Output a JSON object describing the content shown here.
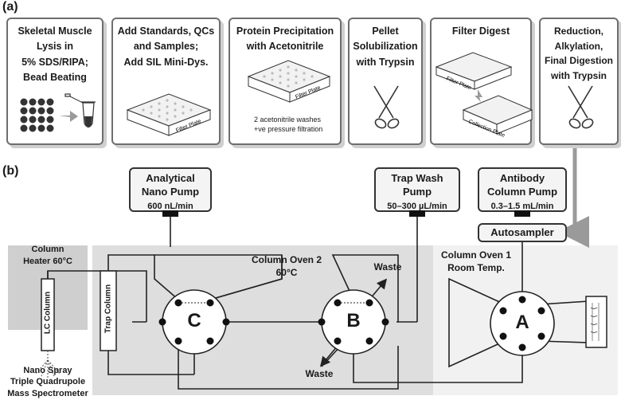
{
  "panel_a": {
    "label": "(a)",
    "steps": [
      {
        "title": "Skeletal Muscle\nLysis in\n5% SDS/RIPA;\nBead Beating"
      },
      {
        "title": "Add Standards, QCs\nand Samples;\nAdd SIL Mini-Dys."
      },
      {
        "title": "Protein Precipitation\nwith Acetonitrile",
        "plate_label": "Filter Plate",
        "note": "2 acetonitrile washes\n+ve pressure filtration"
      },
      {
        "title": "Pellet\nSolubilization\nwith Trypsin"
      },
      {
        "title": "Filter Digest",
        "plate_top_label": "Filter Plate",
        "plate_bottom_label": "Collection Plate"
      },
      {
        "title": "Reduction,\nAlkylation,\nFinal Digestion\nwith Trypsin"
      }
    ],
    "plate_label_b": "Filter Plate"
  },
  "panel_b": {
    "label": "(b)",
    "pumps": {
      "analytical": {
        "title": "Analytical\nNano Pump",
        "rate": "600 nL/min"
      },
      "trap_wash": {
        "title": "Trap Wash\nPump",
        "rate": "50–300 µL/min"
      },
      "antibody": {
        "title": "Antibody\nColumn Pump",
        "rate": "0.3–1.5 mL/min"
      }
    },
    "autosampler": "Autosampler",
    "column_heater": "Column\nHeater 60°C",
    "lc_column": "LC Column",
    "trap_column": "Trap Column",
    "oven2": "Column Oven 2\n60°C",
    "oven1": "Column Oven 1\nRoom Temp.",
    "waste_top": "Waste",
    "waste_bottom": "Waste",
    "valves": {
      "c": "C",
      "b": "B",
      "a": "A"
    },
    "ms_label": "Nano Spray\nTriple Quadrupole\nMass Spectrometer"
  }
}
